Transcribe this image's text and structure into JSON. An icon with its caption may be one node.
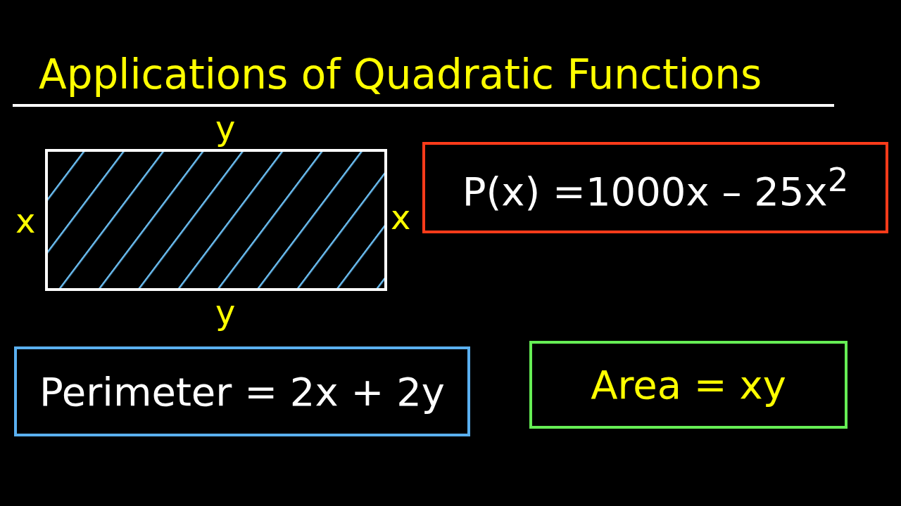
{
  "diagram": {
    "title": "Applications of Quadratic Functions",
    "nodes": [
      {
        "text": [],
        "shape": "box",
        "beside": [
          "y",
          "x",
          "x",
          "y"
        ]
      },
      {
        "text": [
          "P(x) =1000x – 25x$^{2}$"
        ]
      },
      {
        "text": [
          "Perimeter = 2x + 2y"
        ]
      },
      {
        "text": [
          "Area = xy"
        ]
      }
    ]
  }
}
